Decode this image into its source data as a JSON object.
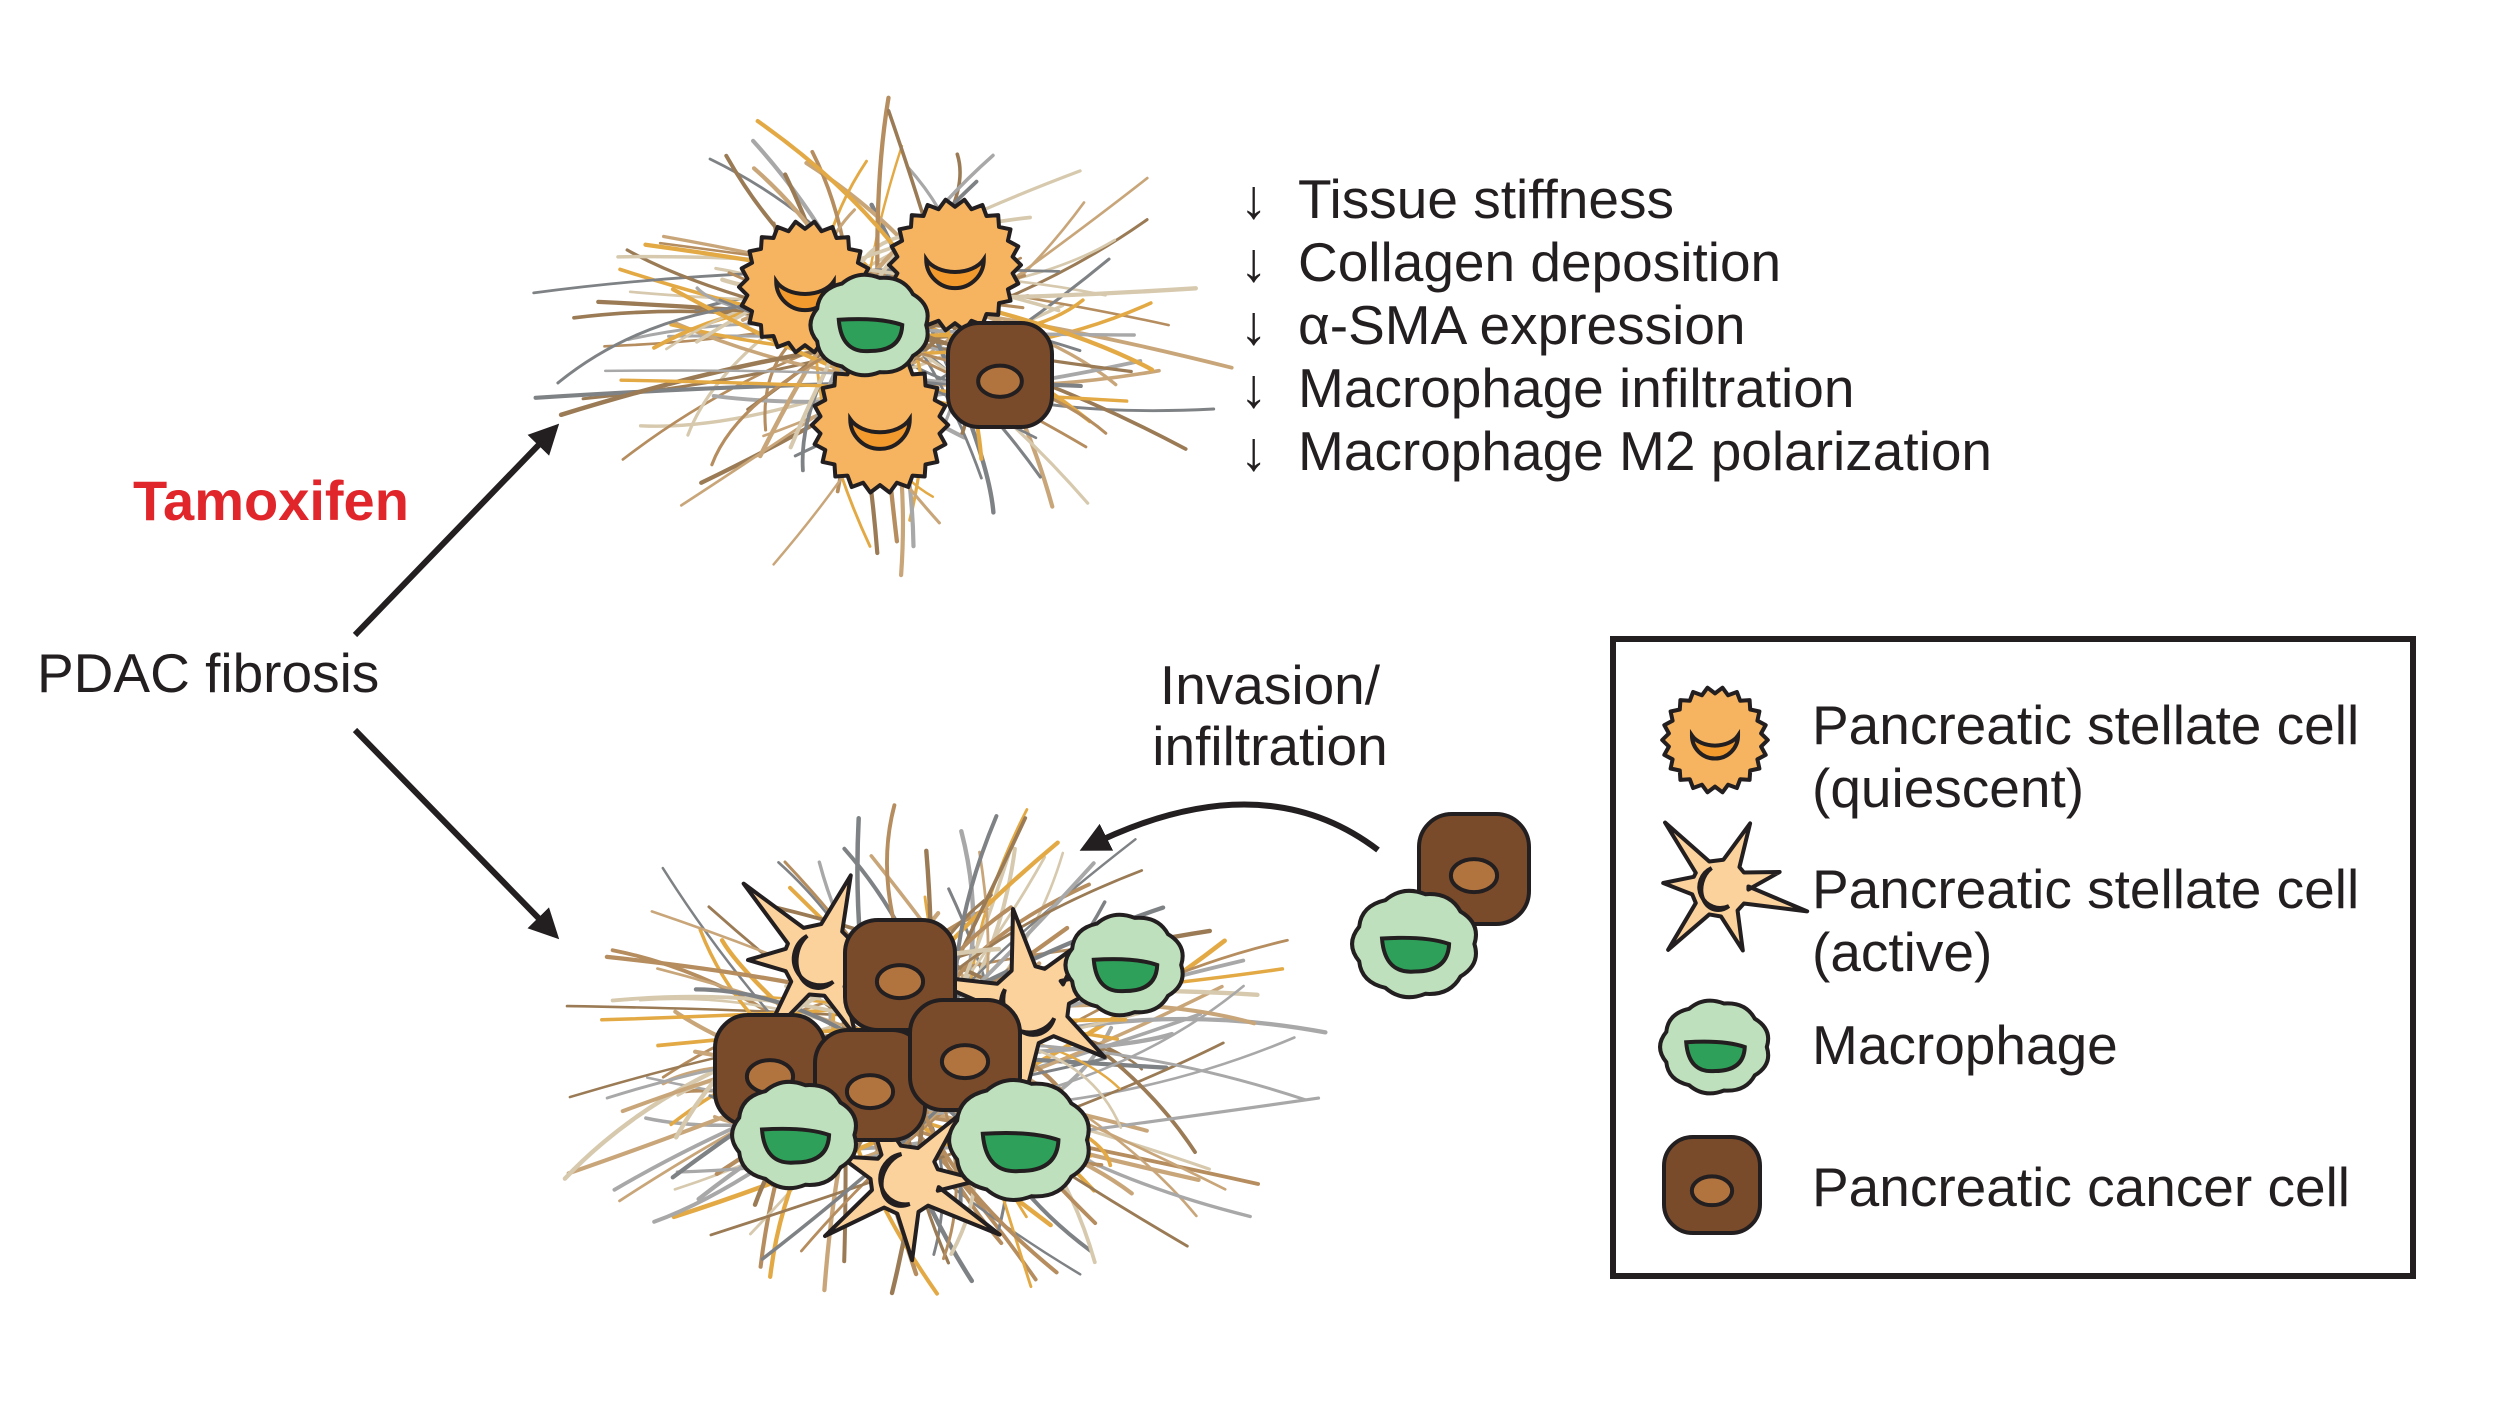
{
  "drug_label": "Tamoxifen",
  "start_label": "PDAC fibrosis",
  "invasion_label": [
    "Invasion/",
    "infiltration"
  ],
  "effects": {
    "arrow_glyph": "↓",
    "items": [
      "Tissue stiffness",
      "Collagen deposition",
      "α-SMA expression",
      "Macrophage infiltration",
      "Macrophage M2 polarization"
    ]
  },
  "legend": {
    "items": [
      {
        "icon": "quiescent-stellate-cell-icon",
        "lines": [
          "Pancreatic stellate cell",
          "(quiescent)"
        ]
      },
      {
        "icon": "active-stellate-cell-icon",
        "lines": [
          "Pancreatic stellate cell",
          "(active)"
        ]
      },
      {
        "icon": "macrophage-icon",
        "lines": [
          "Macrophage"
        ]
      },
      {
        "icon": "cancer-cell-icon",
        "lines": [
          "Pancreatic cancer cell"
        ]
      }
    ]
  },
  "colors": {
    "quiescent_fill": "#f7b460",
    "quiescent_nucleus": "#f29a2e",
    "active_fill": "#fcd29c",
    "macrophage_fill": "#bfe0bd",
    "macrophage_nucleus": "#2fa05a",
    "cancer_fill": "#7a4b2a",
    "cancer_nucleus": "#b2743f",
    "drug_text": "#e0262b",
    "outline": "#231f20"
  }
}
